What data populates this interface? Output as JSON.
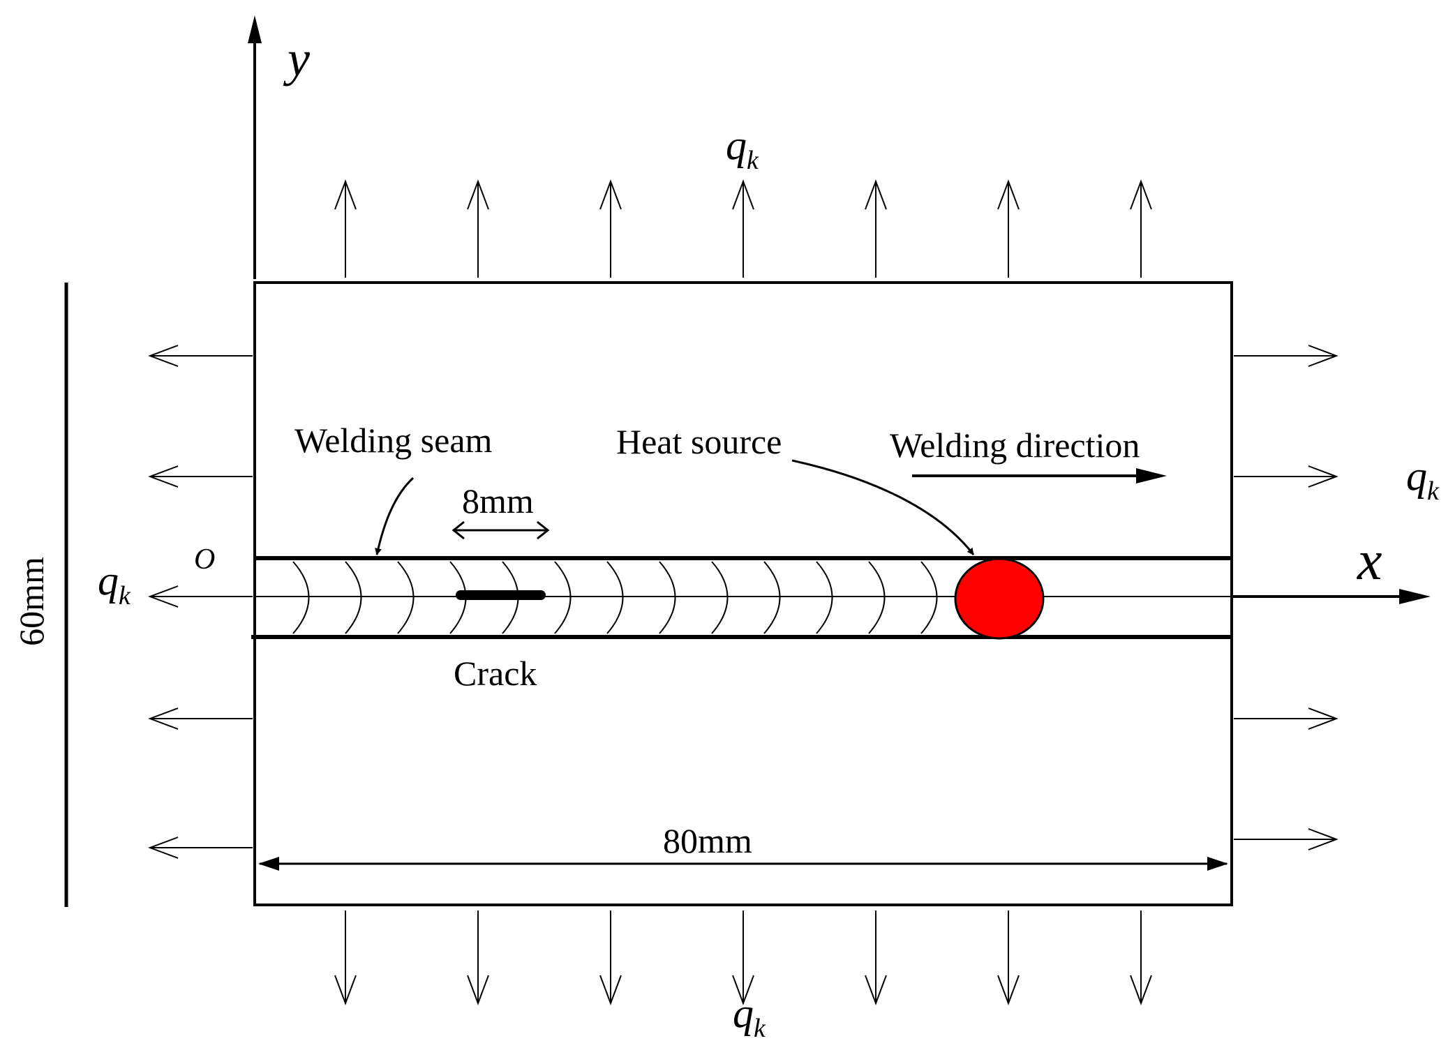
{
  "labels": {
    "y_axis": "y",
    "x_axis": "x",
    "origin": "O",
    "q_main": "q",
    "q_sub": "k",
    "welding_seam": "Welding seam",
    "heat_source": "Heat source",
    "welding_direction": "Welding direction",
    "crack_length": "8mm",
    "crack": "Crack",
    "width_dim": "80mm",
    "height_dim": "60mm"
  },
  "colors": {
    "line": "#000000",
    "heat_source": "#ff0000"
  }
}
